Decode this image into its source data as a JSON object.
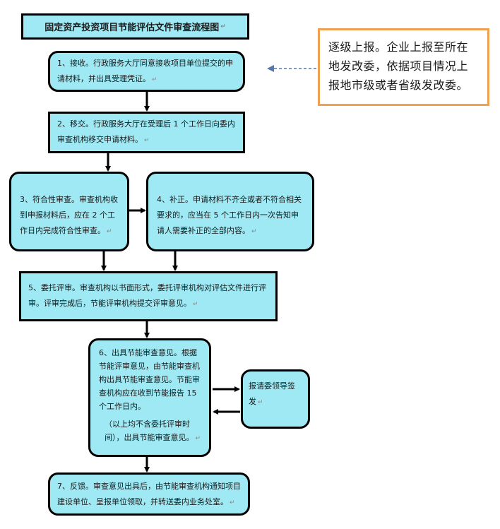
{
  "title": "固定资产投资项目节能评估文件审查流程图",
  "note": "逐级上报。企业上报至所在地发改委，依据项目情况上报地市级或者省级发改委。",
  "steps": {
    "s1": "1、接收。行政服务大厅同意接收项目单位提交的申请材料，并出具受理凭证。",
    "s2": "2、移交。行政服务大厅在受理后 1 个工作日向委内审查机构移交申请材料。",
    "s3": "3、符合性审查。审查机构收到申报材料后，应在 2 个工作日内完成符合性审查。",
    "s4": "4、补正。申请材料不齐全或者不符合相关要求的，应当在 5 个工作日内一次告知申请人需要补正的全部内容。",
    "s5": "5、委托评审。审查机构以书面形式，委托评审机构对评估文件进行评审。评审完成后，节能评审机构提交评审意见。",
    "s6a": "6、出具节能审查意见。根据节能评审意见，由节能审查机构出具节能审查意见。节能审查机构应在收到节能报告 15 个工作日内。",
    "s6b": "（以上均不含委托评审时间），出具节能审查意见。",
    "side": "报请委领导签发",
    "s7": "7、反馈。审查意见出具后，由节能审查机构通知项目建设单位、呈报单位领取，并转送委内业务处室。"
  },
  "return_mark": "↵"
}
